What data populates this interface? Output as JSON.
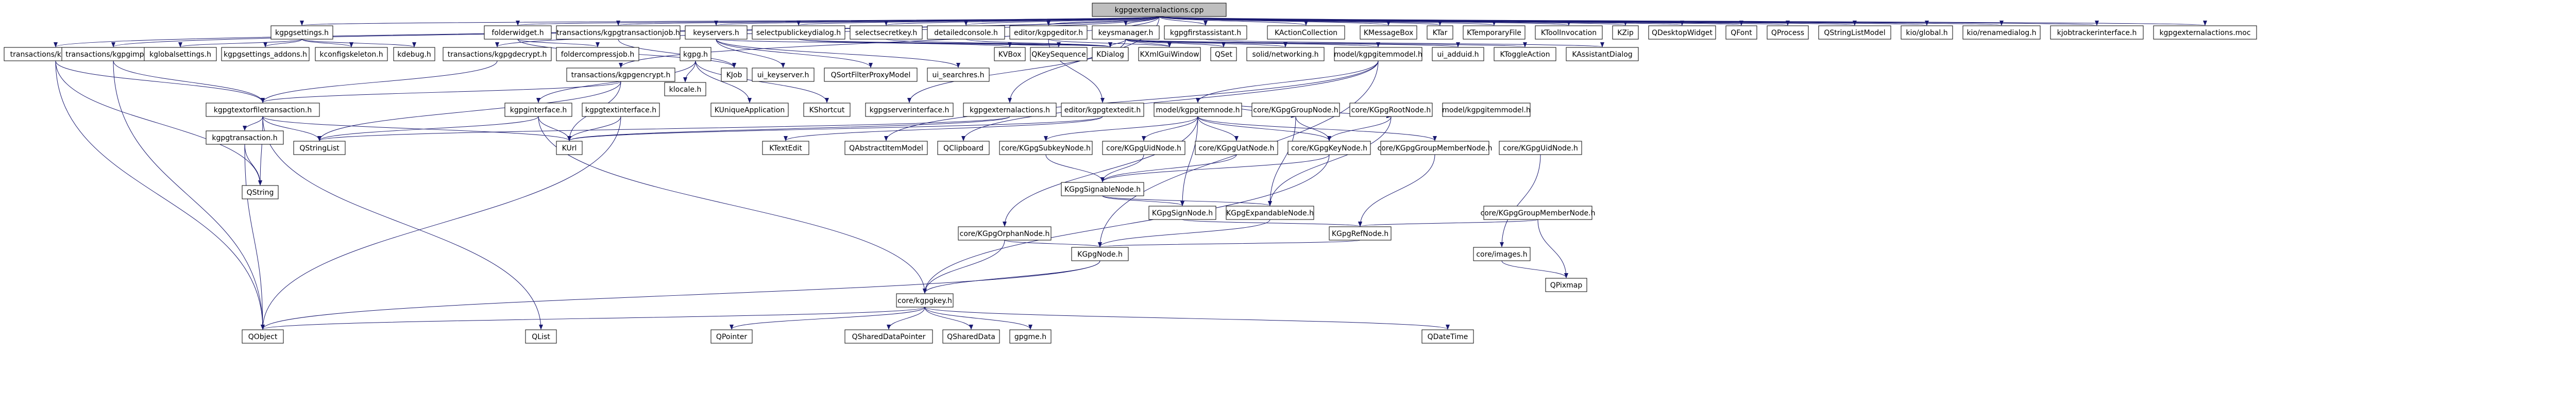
{
  "diagram": {
    "nodes": [
      {
        "id": "root",
        "label": "kgpgexternalactions.cpp",
        "root": true
      },
      {
        "id": "kgpgsettings_h",
        "label": "kgpgsettings.h"
      },
      {
        "id": "kfolderwidget_h",
        "label": "folderwidget.h"
      },
      {
        "id": "transactions_kgpgtransactionjob_h",
        "label": "transactions/kgpgtransactionjob.h"
      },
      {
        "id": "keyservers_h",
        "label": "keyservers.h"
      },
      {
        "id": "selectpublickeydialog_h",
        "label": "selectpublickeydialog.h"
      },
      {
        "id": "selectsecretkey_h",
        "label": "selectsecretkey.h"
      },
      {
        "id": "detailedconsole_h",
        "label": "detailedconsole.h"
      },
      {
        "id": "editor_kgpgeditor_h",
        "label": "editor/kgpgeditor.h"
      },
      {
        "id": "keysmanager_h",
        "label": "keysmanager.h"
      },
      {
        "id": "kgpgtextinterface_h",
        "label": "kgpgfirstassistant.h"
      },
      {
        "id": "KActionCollection",
        "label": "KActionCollection"
      },
      {
        "id": "KMessageBox",
        "label": "KMessageBox"
      },
      {
        "id": "KTar",
        "label": "KTar"
      },
      {
        "id": "KTemporaryFile",
        "label": "KTemporaryFile"
      },
      {
        "id": "KToolInvocation",
        "label": "KToolInvocation"
      },
      {
        "id": "KZip",
        "label": "KZip"
      },
      {
        "id": "QDesktopWidget",
        "label": "QDesktopWidget"
      },
      {
        "id": "QFont",
        "label": "QFont"
      },
      {
        "id": "QProcess",
        "label": "QProcess"
      },
      {
        "id": "QStringListModel",
        "label": "QStringListModel"
      },
      {
        "id": "kio_global_h",
        "label": "kio/global.h"
      },
      {
        "id": "kio_renamedialog_h",
        "label": "kio/renamedialog.h"
      },
      {
        "id": "kjobtrackerinterface_h",
        "label": "kjobtrackerinterface.h"
      },
      {
        "id": "kgpgexternalactions_moc",
        "label": "kgpgexternalactions.moc"
      },
      {
        "id": "transactions_kgpgverify_h",
        "label": "transactions/kgpgverify.h"
      },
      {
        "id": "transactions_kgpgimport_h",
        "label": "transactions/kgpgimport.h"
      },
      {
        "id": "kglobalsettings_h",
        "label": "kglobalsettings.h"
      },
      {
        "id": "kgpgsettings_addons_h",
        "label": "kgpgsettings_addons.h"
      },
      {
        "id": "kconfigskeleton_h",
        "label": "kconfigskeleton.h"
      },
      {
        "id": "kdebug_h",
        "label": "kdebug.h"
      },
      {
        "id": "transactions_kgpgdecrypt_h",
        "label": "transactions/kgpgdecrypt.h"
      },
      {
        "id": "foldercompressjob_h",
        "label": "foldercompressjob.h"
      },
      {
        "id": "transactions_kgpgencrypt_h",
        "label": "transactions/kgpgencrypt.h"
      },
      {
        "id": "kgpg_h",
        "label": "kgpg.h"
      },
      {
        "id": "KJob",
        "label": "KJob"
      },
      {
        "id": "ui_keyserver_h",
        "label": "ui_keyserver.h"
      },
      {
        "id": "QSortFilterProxyModel",
        "label": "QSortFilterProxyModel"
      },
      {
        "id": "ui_searchres_h",
        "label": "ui_searchres.h"
      },
      {
        "id": "KVBox",
        "label": "KVBox"
      },
      {
        "id": "QKeySequence",
        "label": "QKeySequence"
      },
      {
        "id": "KDialog",
        "label": "KDialog"
      },
      {
        "id": "KXmlGuiWindow",
        "label": "KXmlGuiWindow"
      },
      {
        "id": "QSet",
        "label": "QSet"
      },
      {
        "id": "solid_networking_h",
        "label": "solid/networking.h"
      },
      {
        "id": "model_kgpgitemmodel_h",
        "label": "model/kgpgitemmodel.h"
      },
      {
        "id": "ui_adduid_h",
        "label": "ui_adduid.h"
      },
      {
        "id": "KToggleAction",
        "label": "KToggleAction"
      },
      {
        "id": "KAssistantDialog",
        "label": "KAssistantDialog"
      },
      {
        "id": "transactions_kgpgtextorfiletransaction_h",
        "label": "kgpgtextorfiletransaction.h"
      },
      {
        "id": "kgpginterface_h",
        "label": "kgpginterface.h"
      },
      {
        "id": "kgpgtextinterface2_h",
        "label": "kgpgtextinterface.h"
      },
      {
        "id": "kdatetime_locale",
        "label": "klocale.h"
      },
      {
        "id": "KUniqueApplication",
        "label": "KUniqueApplication"
      },
      {
        "id": "KShortcut",
        "label": "KShortcut"
      },
      {
        "id": "kgpgkeyservers_h",
        "label": "kgpgserverinterface.h"
      },
      {
        "id": "kgpgexternalactions_h",
        "label": "kgpgexternalactions.h"
      },
      {
        "id": "editor_kgpgtextedit_h",
        "label": "editor/kgpgtextedit.h"
      },
      {
        "id": "model_kgpgitemnode_h",
        "label": "model/kgpgitemnode.h"
      },
      {
        "id": "core_KGpgGroupNode_h",
        "label": "core/KGpgGroupNode.h"
      },
      {
        "id": "core_KGpgRootNode_h",
        "label": "core/KGpgRootNode.h"
      },
      {
        "id": "model_kgpgitemmodel2_h",
        "label": "model/kgpgitemmodel.h"
      },
      {
        "id": "kgpgtransaction_h",
        "label": "kgpgtransaction.h"
      },
      {
        "id": "QStringList",
        "label": "QStringList"
      },
      {
        "id": "KUrl",
        "label": "KUrl"
      },
      {
        "id": "QClipboard",
        "label": "QClipboard"
      },
      {
        "id": "KTextEdit",
        "label": "KTextEdit"
      },
      {
        "id": "QAbstractItemModel",
        "label": "QAbstractItemModel"
      },
      {
        "id": "core_KGpgSubkeyNode_h",
        "label": "core/KGpgSubkeyNode.h"
      },
      {
        "id": "core_KGpgUidNode_h",
        "label": "core/KGpgUidNode.h"
      },
      {
        "id": "core_KGpgUatNode_h",
        "label": "core/KGpgUatNode.h"
      },
      {
        "id": "core_KGpgKeyNode_h",
        "label": "core/KGpgKeyNode.h"
      },
      {
        "id": "core_KGpgGroupMemberNode_h",
        "label": "core/KGpgGroupMemberNode.h"
      },
      {
        "id": "core_KGpgUidNode2_h",
        "label": "core/KGpgUidNode.h"
      },
      {
        "id": "QString",
        "label": "QString"
      },
      {
        "id": "KGpgSignableNode_h",
        "label": "KGpgSignableNode.h"
      },
      {
        "id": "KGpgSignNode_h",
        "label": "KGpgSignNode.h"
      },
      {
        "id": "KGpgExpandableNode_h",
        "label": "KGpgExpandableNode.h"
      },
      {
        "id": "KGpgRefNode_h",
        "label": "KGpgRefNode.h"
      },
      {
        "id": "core_KGpgGroupMemberNode2_h",
        "label": "core/KGpgGroupMemberNode.h"
      },
      {
        "id": "core_KGpgOrphanNode_h",
        "label": "core/KGpgOrphanNode.h"
      },
      {
        "id": "KGpgNode_h",
        "label": "KGpgNode.h"
      },
      {
        "id": "core_images_h",
        "label": "core/images.h"
      },
      {
        "id": "core_kgpgkey_h",
        "label": "core/kgpgkey.h"
      },
      {
        "id": "QPixmap",
        "label": "QPixmap"
      },
      {
        "id": "QObject",
        "label": "QObject"
      },
      {
        "id": "QList",
        "label": "QList"
      },
      {
        "id": "QPointer",
        "label": "QPointer"
      },
      {
        "id": "QSharedDataPointer",
        "label": "QSharedDataPointer"
      },
      {
        "id": "QSharedData",
        "label": "QSharedData"
      },
      {
        "id": "gpgme_h",
        "label": "gpgme.h"
      },
      {
        "id": "QDateTime",
        "label": "QDateTime"
      }
    ]
  }
}
